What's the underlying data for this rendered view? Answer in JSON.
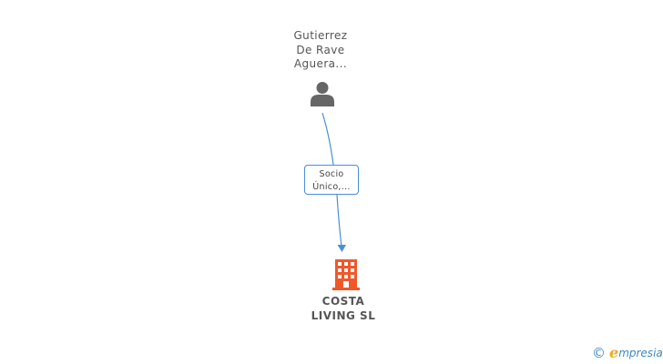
{
  "person": {
    "name_lines": [
      "Gutierrez",
      "De Rave",
      "Aguera..."
    ],
    "icon": "person-icon",
    "color": "#666666"
  },
  "relation": {
    "label_lines": [
      "Socio",
      "Único,..."
    ],
    "color": "#4a8fd8"
  },
  "company": {
    "name_lines": [
      "COSTA",
      "LIVING SL"
    ],
    "icon": "building-icon",
    "color": "#f0582a"
  },
  "brand": {
    "copyright_symbol": "©",
    "logo_initial": "e",
    "logo_rest": "mpresia"
  }
}
